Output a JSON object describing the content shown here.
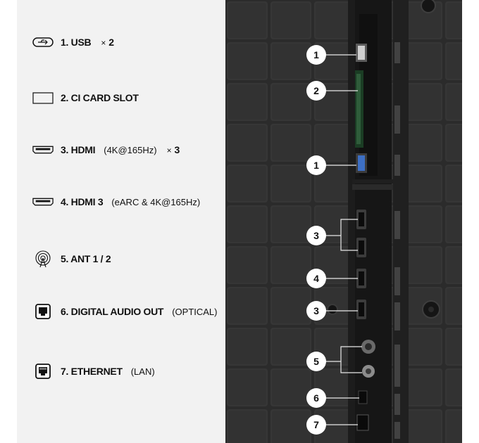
{
  "legend": [
    {
      "id": "usb",
      "icon": "usb-icon",
      "label": "1. USB",
      "sub": "",
      "mult_x": "×",
      "mult_n": "2"
    },
    {
      "id": "ci",
      "icon": "ci-card-icon",
      "label": "2. CI CARD SLOT",
      "sub": "",
      "mult_x": "",
      "mult_n": ""
    },
    {
      "id": "hdmi",
      "icon": "hdmi-icon",
      "label": "3. HDMI",
      "sub": "(4K@165Hz)",
      "mult_x": "×",
      "mult_n": "3"
    },
    {
      "id": "hdmi3",
      "icon": "hdmi-icon",
      "label": "4. HDMI 3",
      "sub": "(eARC & 4K@165Hz)",
      "mult_x": "",
      "mult_n": ""
    },
    {
      "id": "ant",
      "icon": "antenna-icon",
      "label": "5. ANT 1 / 2",
      "sub": "",
      "mult_x": "",
      "mult_n": ""
    },
    {
      "id": "optical",
      "icon": "optical-icon",
      "label": "6. DIGITAL AUDIO OUT",
      "sub": "(OPTICAL)",
      "mult_x": "",
      "mult_n": ""
    },
    {
      "id": "lan",
      "icon": "ethernet-icon",
      "label": "7. ETHERNET",
      "sub": "(LAN)",
      "mult_x": "",
      "mult_n": ""
    }
  ],
  "photo": {
    "badges": [
      "1",
      "2",
      "1",
      "3",
      "4",
      "3",
      "5",
      "6",
      "7"
    ]
  }
}
